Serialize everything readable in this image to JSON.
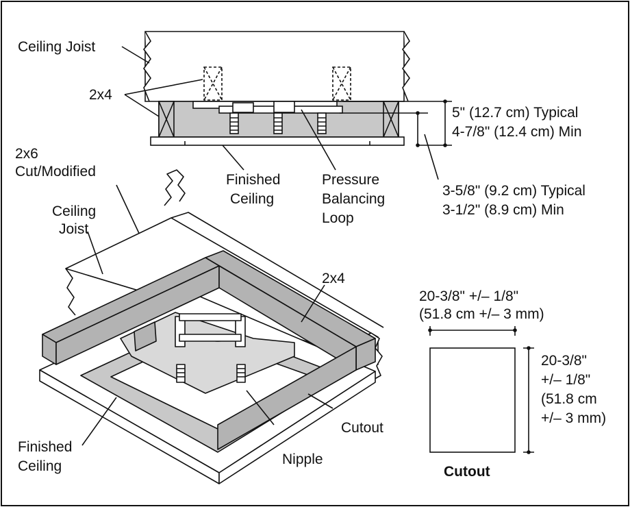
{
  "labels": {
    "ceiling_joist_top": "Ceiling Joist",
    "two_by_four_top": "2x4",
    "two_by_six_line1": "2x6",
    "two_by_six_line2": "Cut/Modified",
    "finished_ceiling_top_line1": "Finished",
    "finished_ceiling_top_line2": "Ceiling",
    "pressure_loop_line1": "Pressure",
    "pressure_loop_line2": "Balancing",
    "pressure_loop_line3": "Loop",
    "dim_depth_line1": "5\" (12.7 cm) Typical",
    "dim_depth_line2": "4-7/8\" (12.4 cm) Min",
    "dim_height_line1": "3-5/8\" (9.2 cm) Typical",
    "dim_height_line2": "3-1/2\" (8.9 cm) Min",
    "ceiling_joist_iso_line1": "Ceiling",
    "ceiling_joist_iso_line2": "Joist",
    "two_by_four_iso": "2x4",
    "cutout_iso": "Cutout",
    "nipple": "Nipple",
    "finished_ceiling_iso_line1": "Finished",
    "finished_ceiling_iso_line2": "Ceiling",
    "width_dim_line1": "20-3/8\" +/– 1/8\"",
    "width_dim_line2": "(51.8 cm +/– 3 mm)",
    "height_dim_line1": "20-3/8\"",
    "height_dim_line2": "+/– 1/8\"",
    "height_dim_line3": "(51.8 cm",
    "height_dim_line4": "+/– 3 mm)",
    "cutout_caption": "Cutout"
  },
  "colors": {
    "stroke": "#111111",
    "wood_fill": "#b3b3b3",
    "shaded_fill": "#c8c8c8",
    "background": "#ffffff"
  }
}
